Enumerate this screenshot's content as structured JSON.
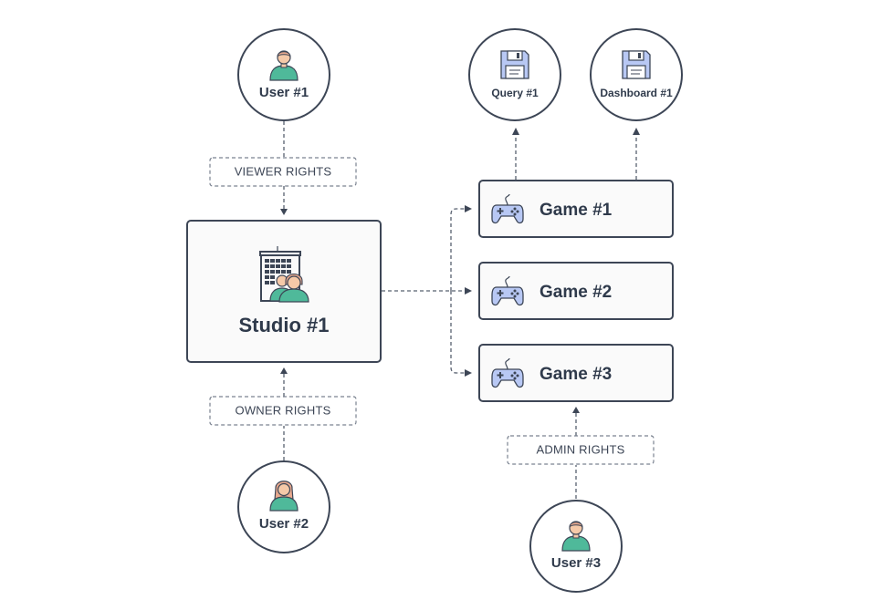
{
  "nodes": {
    "user1": {
      "label": "User #1"
    },
    "user2": {
      "label": "User #2"
    },
    "user3": {
      "label": "User #3"
    },
    "query1": {
      "label": "Query #1"
    },
    "dashboard1": {
      "label": "Dashboard #1"
    },
    "studio1": {
      "label": "Studio #1"
    },
    "game1": {
      "label": "Game #1"
    },
    "game2": {
      "label": "Game #2"
    },
    "game3": {
      "label": "Game #3"
    }
  },
  "rights": {
    "viewer": "VIEWER RIGHTS",
    "owner": "OWNER RIGHTS",
    "admin": "ADMIN RIGHTS"
  },
  "icons": {
    "user1": "male-user-icon",
    "user2": "female-user-icon",
    "user3": "male-user-icon",
    "query1": "floppy-disk-icon",
    "dashboard1": "floppy-disk-icon",
    "studio1": "studio-building-icon",
    "games": "gamepad-icon"
  },
  "colors": {
    "stroke": "#3d4656",
    "person_green": "#4fb99a",
    "skin": "#f5c9a8",
    "accent_blue": "#b8c8f4",
    "node_fill": "#fafafa"
  }
}
